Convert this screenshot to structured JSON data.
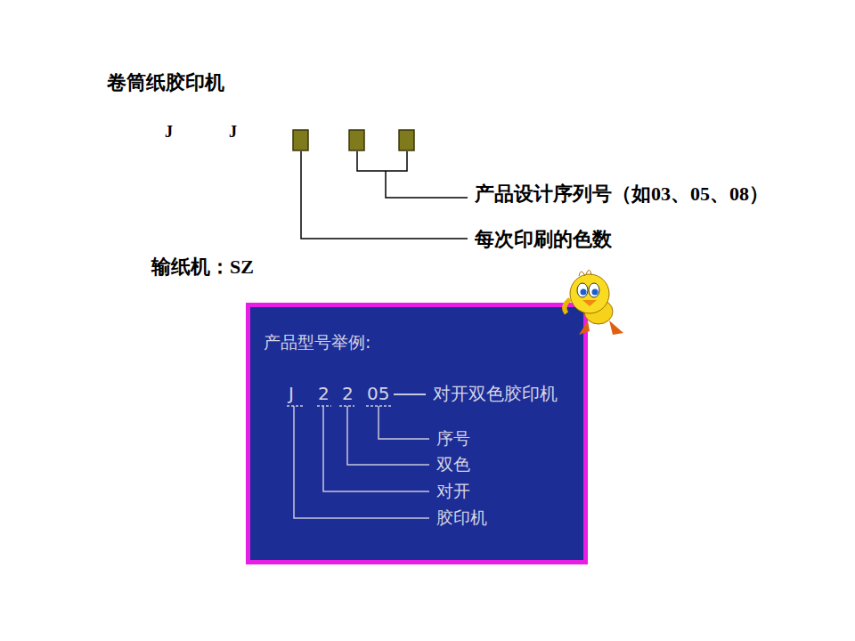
{
  "diagram": {
    "title": "卷筒纸胶印机",
    "nodes": [
      {
        "text": [
          "产品型号举例:"
        ]
      }
    ],
    "labels": [
      "J",
      "J",
      "产品设计序列号（如03、05、08）",
      "每次印刷的色数",
      "输纸机：SZ",
      "J",
      "2",
      "2",
      "05",
      "对开双色胶印机",
      "序号",
      "双色",
      "对开",
      "胶印机"
    ]
  }
}
